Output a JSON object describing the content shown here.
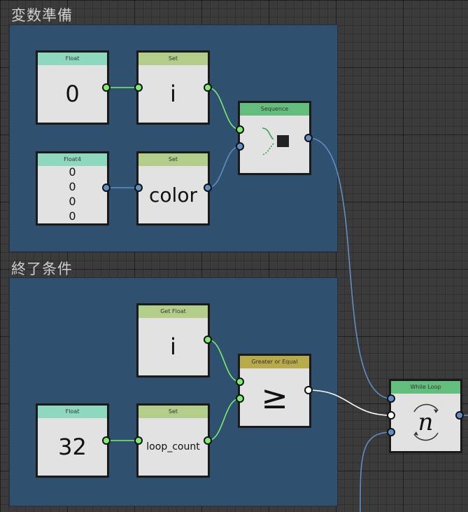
{
  "groups": {
    "vars": {
      "title": "変数準備"
    },
    "end": {
      "title": "終了条件"
    }
  },
  "nodes": {
    "float0": {
      "header": "Float",
      "value": "0"
    },
    "set_i": {
      "header": "Set",
      "value": "i"
    },
    "float4": {
      "header": "Float4",
      "values": [
        "0",
        "0",
        "0",
        "0"
      ]
    },
    "set_color": {
      "header": "Set",
      "value": "color"
    },
    "sequence": {
      "header": "Sequence"
    },
    "get_float": {
      "header": "Get Float",
      "value": "i"
    },
    "ge": {
      "header": "Greater or Equal",
      "symbol": "≥"
    },
    "float32": {
      "header": "Float",
      "value": "32"
    },
    "set_loop": {
      "header": "Set",
      "value": "loop_count"
    },
    "while": {
      "header": "While Loop",
      "symbol": "n"
    }
  },
  "colors": {
    "group_bg": "#30506f",
    "exec_wire": "#7af070",
    "data_wire": "#5e8fc5",
    "bool_wire": "#ffffff"
  }
}
